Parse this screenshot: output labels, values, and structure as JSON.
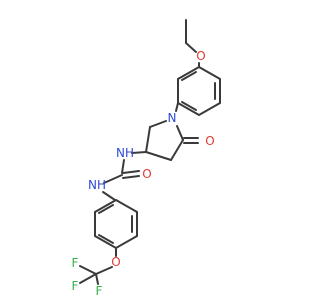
{
  "molecule": {
    "atoms": {
      "ethoxy_oxygen": "O",
      "pyrrolidine_nitrogen": "N",
      "carbonyl_oxygen_ring": "O",
      "amide_nh_upper": "NH",
      "urea_oxygen": "O",
      "amide_nh_lower": "NH",
      "ether_oxygen": "O",
      "fluorine_1": "F",
      "fluorine_2": "F",
      "fluorine_3": "F"
    },
    "colors": {
      "bond": "#3a3a3a",
      "oxygen": "#e53935",
      "nitrogen": "#2d4bd6",
      "fluorine": "#37b34a"
    }
  }
}
